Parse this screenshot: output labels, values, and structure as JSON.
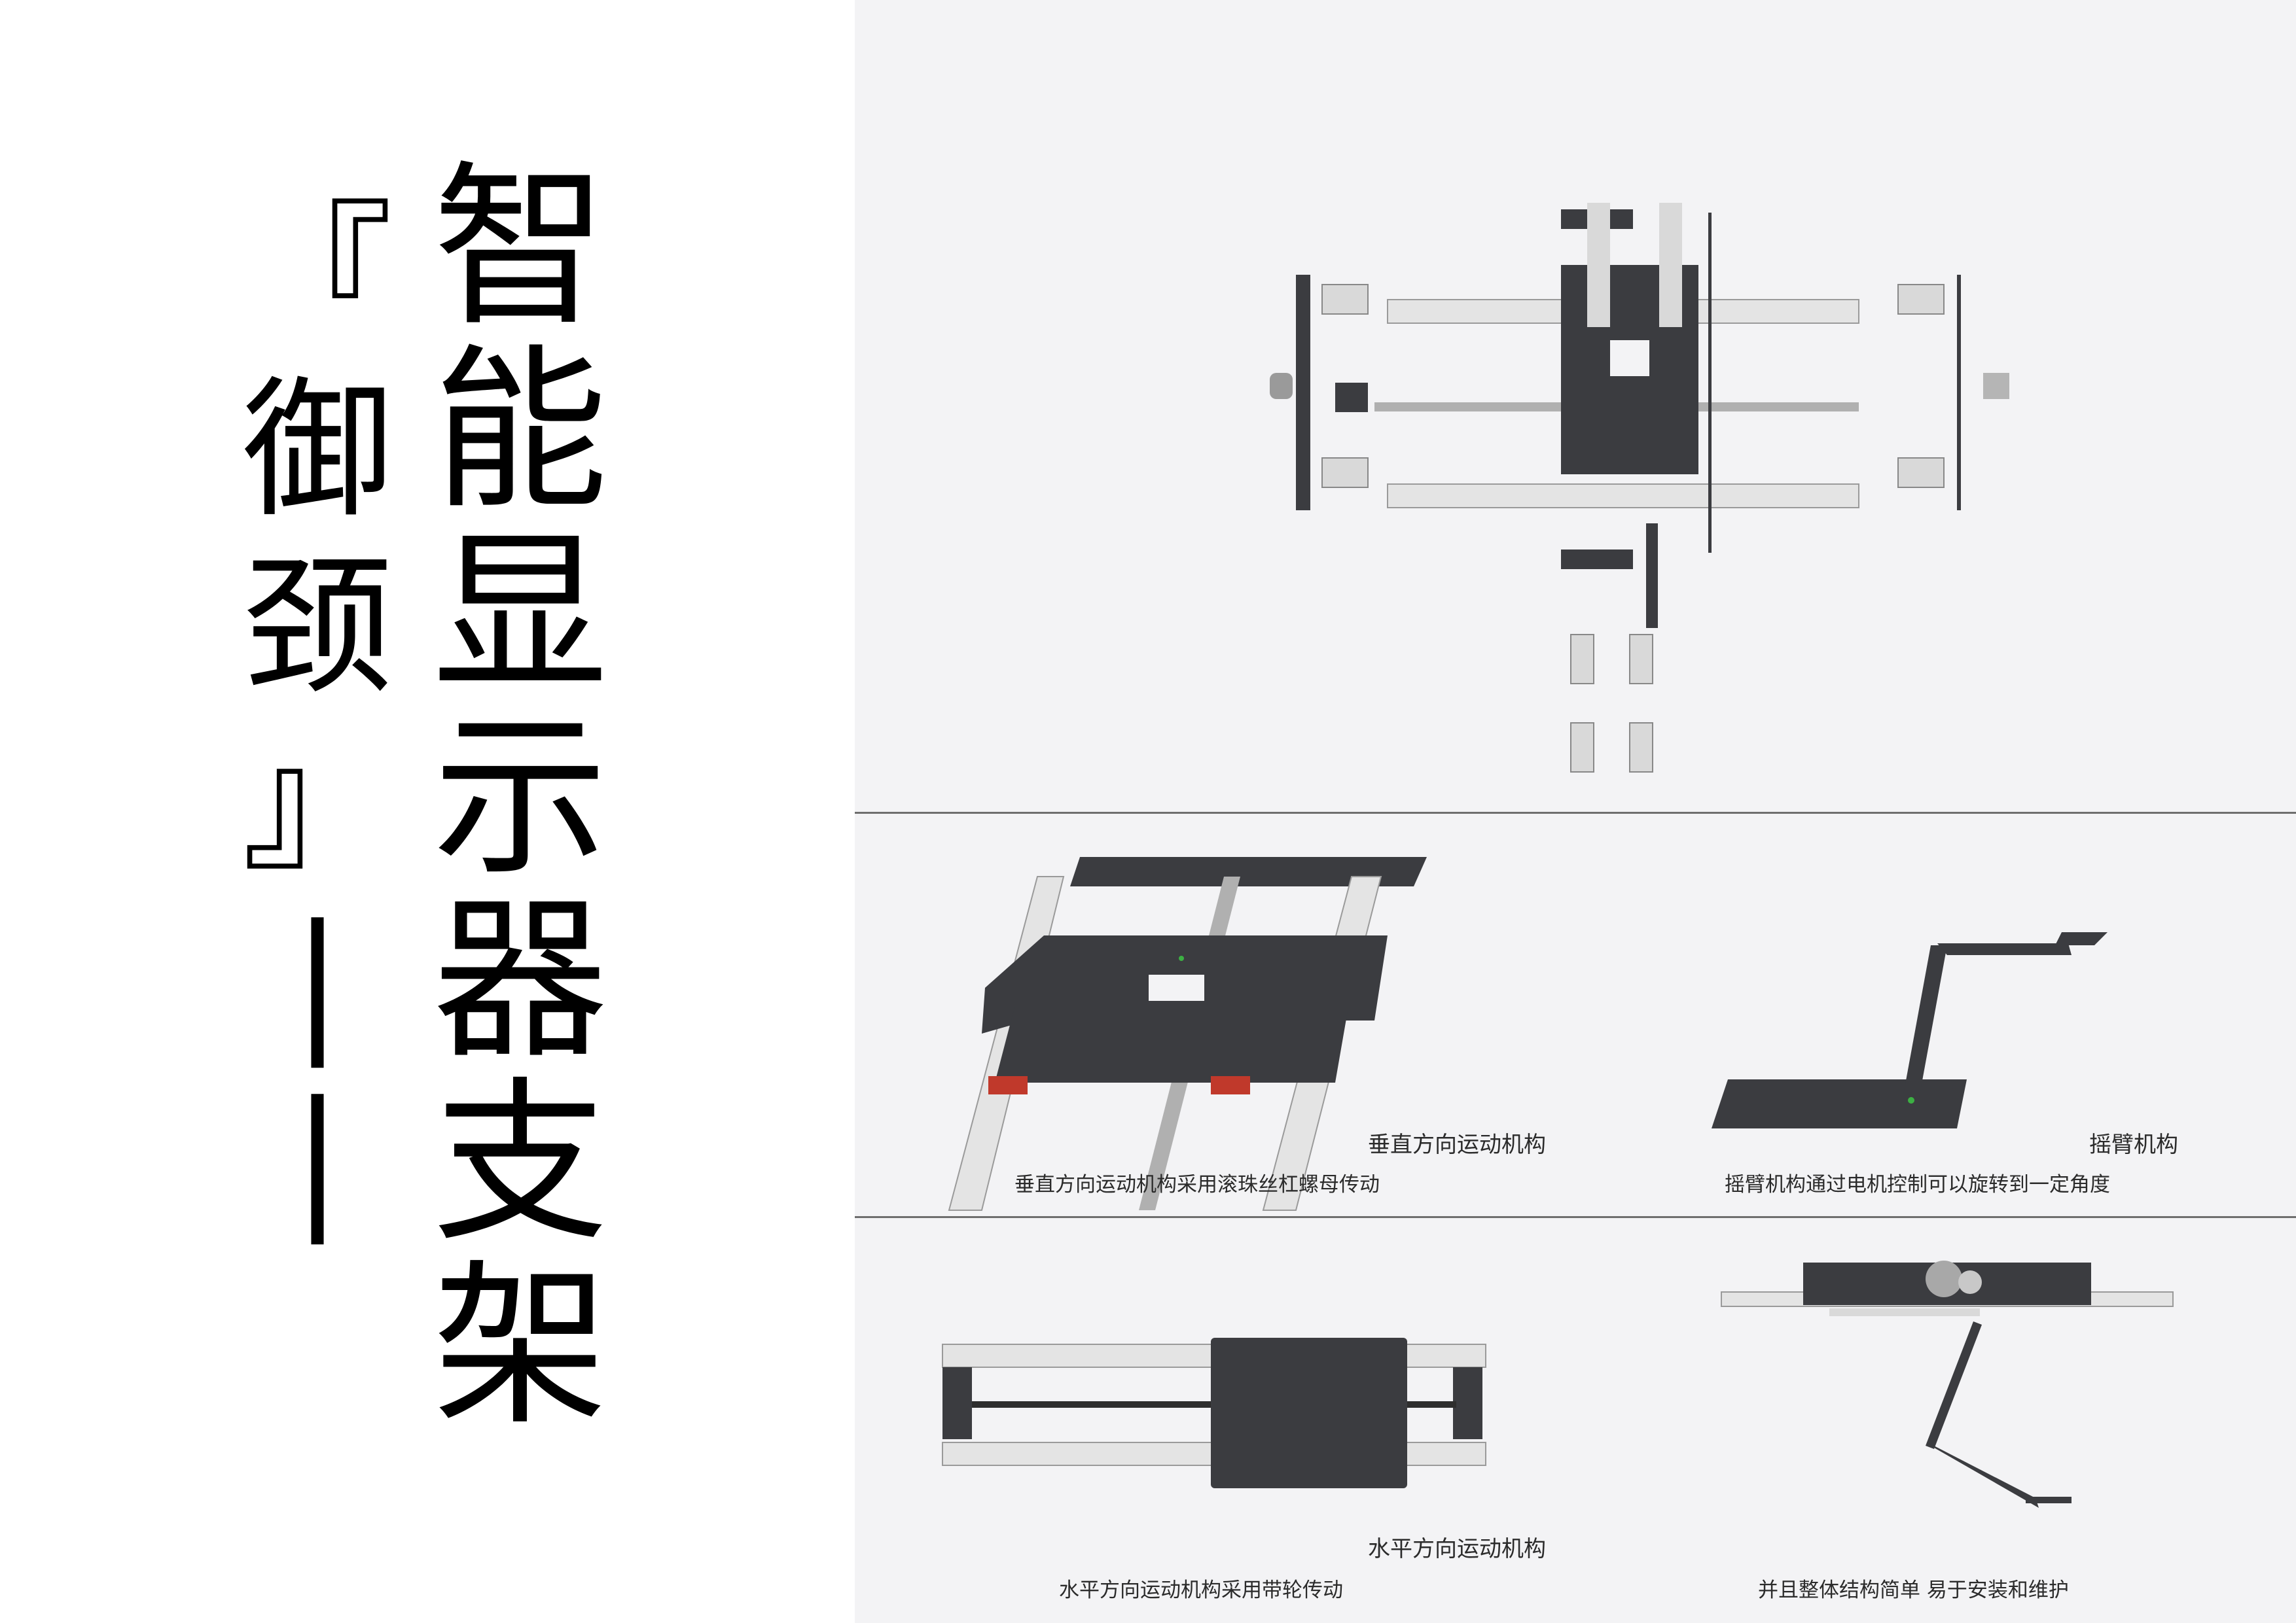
{
  "title": {
    "main_chars": [
      "智",
      "能",
      "显",
      "示",
      "器",
      "支",
      "架"
    ],
    "sub_chars": [
      "『",
      "御",
      "颈",
      "』",
      "|",
      "|"
    ]
  },
  "panels": {
    "vertical": {
      "title": "垂直方向运动机构",
      "description": "垂直方向运动机构采用滚珠丝杠螺母传动"
    },
    "swing_arm": {
      "title": "摇臂机构",
      "description": "摇臂机构通过电机控制可以旋转到一定角度"
    },
    "horizontal": {
      "title": "水平方向运动机构",
      "description": "水平方向运动机构采用带轮传动"
    },
    "assembly": {
      "description": "并且整体结构简单 易于安装和维护"
    }
  },
  "colors": {
    "panel_bg": "#f3f3f5",
    "metal_dark": "#3b3c40",
    "rail_light": "#e4e4e4",
    "accent_red": "#c0392b",
    "accent_green": "#3cb043"
  }
}
